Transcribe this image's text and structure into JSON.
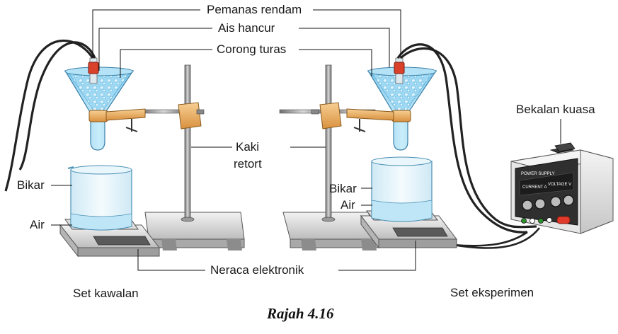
{
  "labels": {
    "immersion_heater": "Pemanas rendam",
    "crushed_ice": "Ais hancur",
    "filter_funnel": "Corong turas",
    "retort_stand_line1": "Kaki",
    "retort_stand_line2": "retort",
    "power_supply": "Bekalan kuasa",
    "beaker_left": "Bikar",
    "water_left": "Air",
    "beaker_right": "Bikar",
    "water_right": "Air",
    "electronic_balance": "Neraca elektronik",
    "control_set": "Set kawalan",
    "experiment_set": "Set eksperimen"
  },
  "power_supply_panel": {
    "brand": "POWER SUPPLY",
    "current_label": "CURRENT A",
    "voltage_label": "VOLTAGE V"
  },
  "caption": "Rajah 4.16",
  "colors": {
    "ice_blue": "#8fd3f0",
    "water_blue": "#bfe6f7",
    "clamp_orange": "#f0b266",
    "heater_red": "#d9412b",
    "rod_grey": "#9a9a9a",
    "power_switch_red": "#e23a2a"
  }
}
